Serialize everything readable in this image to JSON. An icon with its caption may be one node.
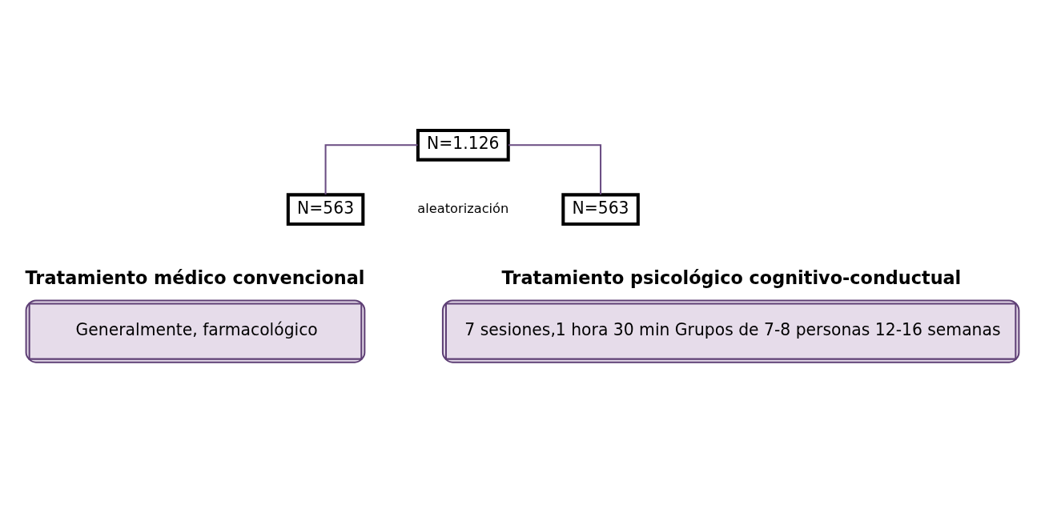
{
  "diagram": {
    "nodes": [
      {
        "text": [
          "N=1.126"
        ]
      },
      {
        "text": [
          "N=563"
        ]
      },
      {
        "text": [
          "N=563"
        ]
      },
      {
        "text": [
          "Tratamiento médico convencional",
          "Generalmente, farmacológico"
        ]
      },
      {
        "text": [
          "Tratamiento psicológico cognitivo-conductual",
          "7 sesiones,1 hora 30 min Grupos de 7-8 personas 12-16 semanas"
        ]
      }
    ],
    "edges": [
      {
        "from": 0,
        "to": 1,
        "arrow": "none"
      },
      {
        "from": 0,
        "to": 2,
        "arrow": "none"
      }
    ],
    "labels": [
      "aleatorización"
    ]
  }
}
